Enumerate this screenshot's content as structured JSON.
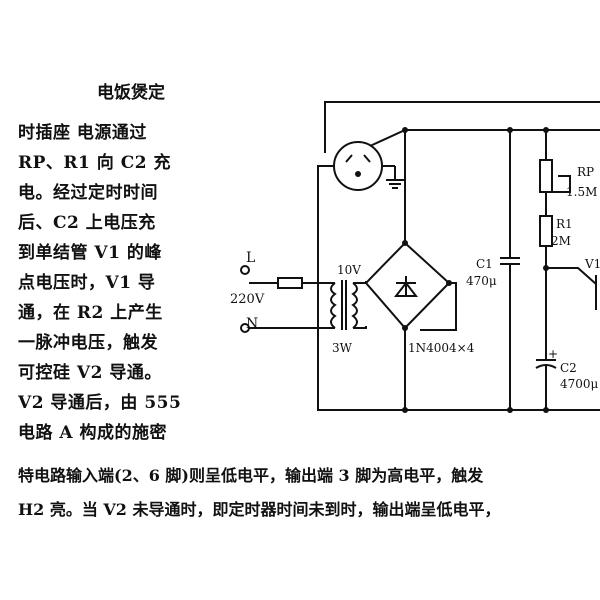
{
  "article": {
    "title": "电饭煲定",
    "column_lines": [
      "时插座   电源通过",
      "RP、R1 向 C2 充",
      "电。经过定时时间",
      "后、C2 上电压充",
      "到单结管 V1 的峰",
      "点电压时，V1 导",
      "通，在 R2 上产生",
      "一脉冲电压，触发",
      "可控硅 V2 导通。",
      "V2 导通后，由 555",
      "电路 A 构成的施密"
    ],
    "full_lines": [
      "特电路输入端(2、6 脚)则呈低电平，输出端 3 脚为高电平，触发",
      "H2 亮。当 V2 未导通时，即定时器时间未到时，输出端呈低电平，"
    ]
  },
  "schematic": {
    "labels": {
      "L": "L",
      "voltage": "220V",
      "N": "N",
      "sec_voltage": "10V",
      "power": "3W",
      "bridge": "1N4004×4",
      "c1_name": "C1",
      "c1_value": "470μ",
      "rp_name": "RP",
      "rp_value": "1.5M",
      "r1_name": "R1",
      "r1_value": "2M",
      "c2_name": "C2",
      "c2_value": "4700μ",
      "v1_partial": "V1",
      "plus": "+"
    }
  }
}
